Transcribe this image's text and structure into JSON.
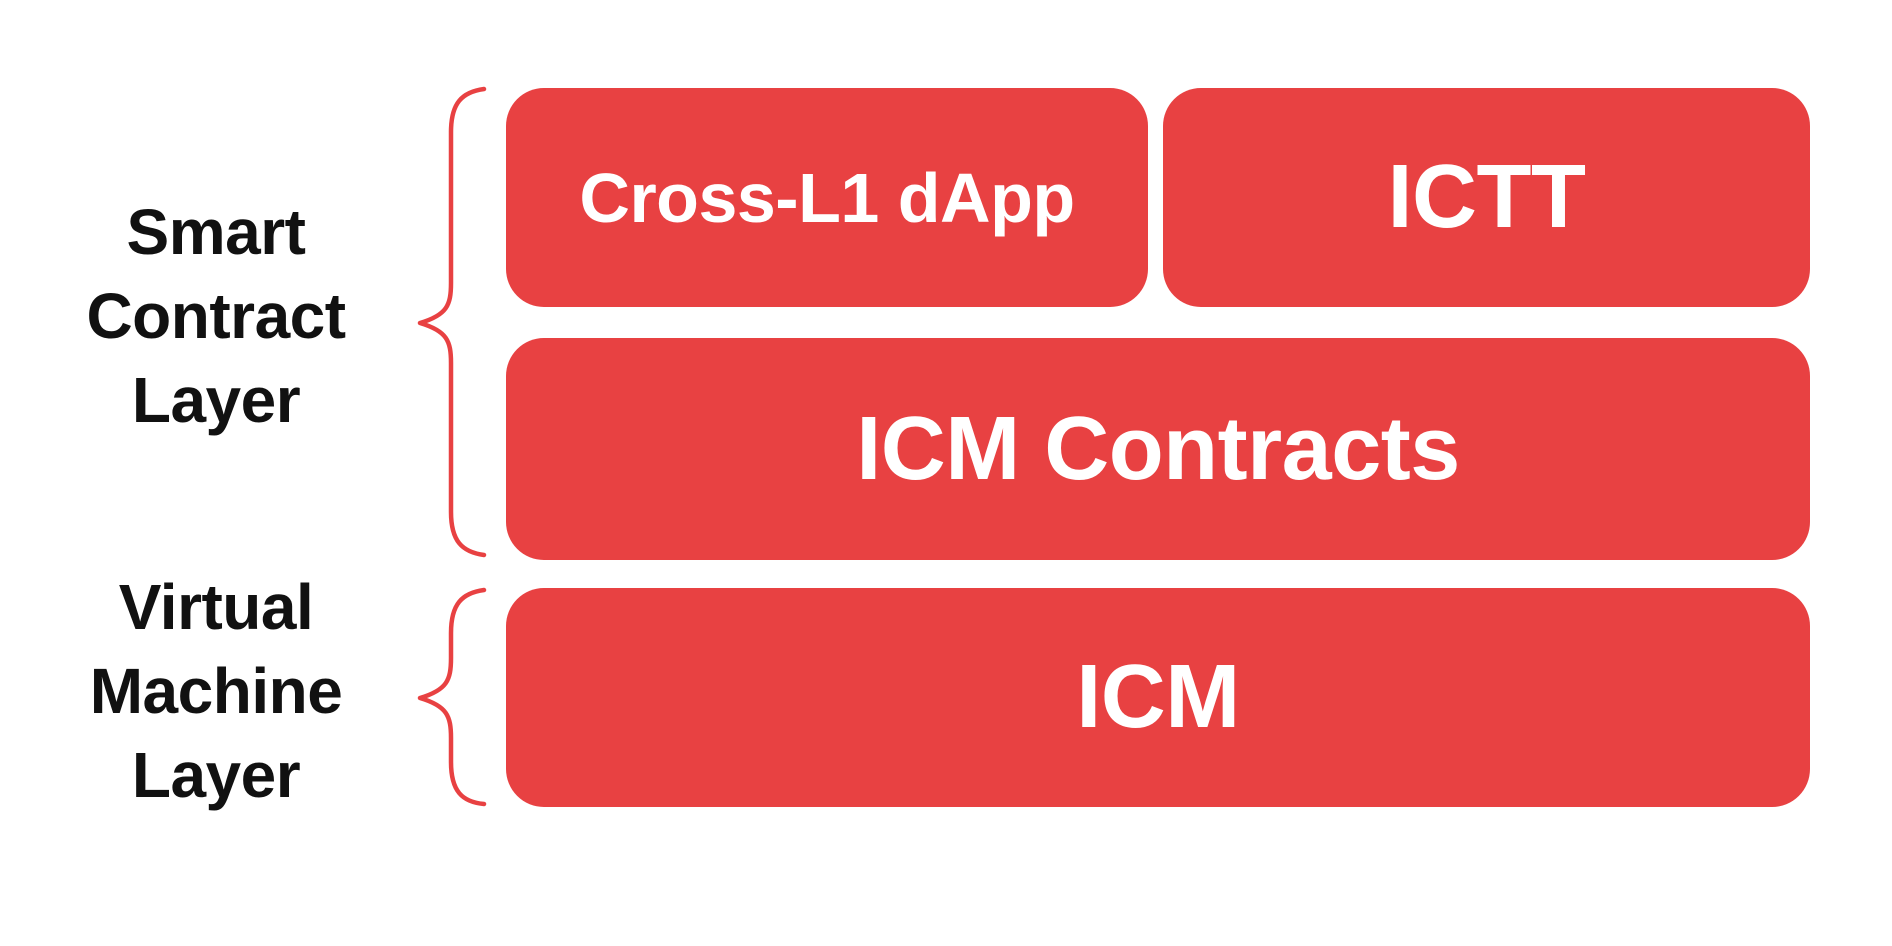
{
  "diagram": {
    "colors": {
      "accent_red": "#E84142",
      "box_text": "#FFFFFF",
      "label_text": "#111111",
      "background": "#FFFFFF"
    },
    "layers": [
      {
        "label": "Smart\nContract\nLayer",
        "boxes": [
          "Cross-L1 dApp",
          "ICTT",
          "ICM Contracts"
        ]
      },
      {
        "label": "Virtual\nMachine\nLayer",
        "boxes": [
          "ICM"
        ]
      }
    ]
  }
}
